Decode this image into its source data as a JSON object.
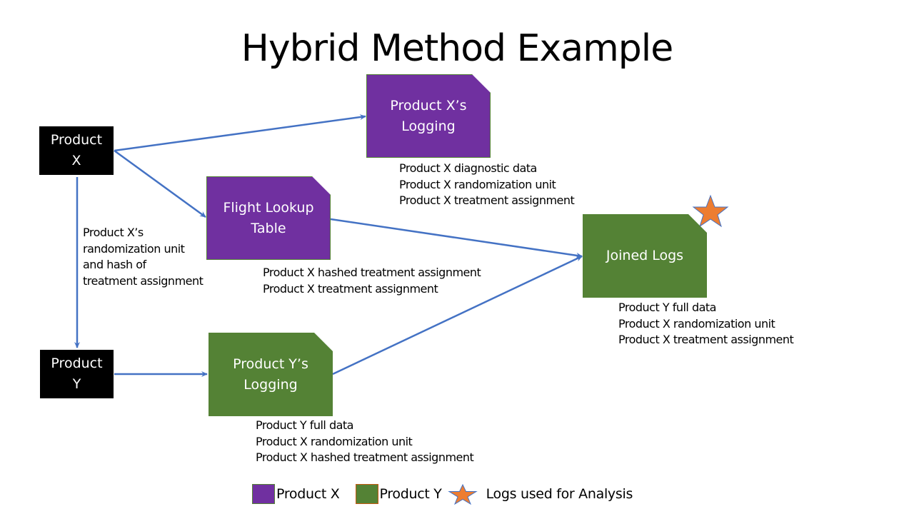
{
  "title": "Hybrid Method Example",
  "colors": {
    "product_x": "#7030a0",
    "product_y": "#548235",
    "arrow": "#4472c4",
    "star": "#ed7d31",
    "source_box": "#000000"
  },
  "nodes": {
    "product_x": {
      "line1": "Product",
      "line2": "X"
    },
    "product_y": {
      "line1": "Product",
      "line2": "Y"
    },
    "x_logging": {
      "line1": "Product X’s",
      "line2": "Logging"
    },
    "flight_lookup": {
      "line1": "Flight Lookup",
      "line2": "Table"
    },
    "y_logging": {
      "line1": "Product Y’s",
      "line2": "Logging"
    },
    "joined_logs": {
      "line1": "Joined Logs"
    }
  },
  "edge_label": [
    "Product X’s",
    "randomization unit",
    "and hash of",
    "treatment assignment"
  ],
  "notes": {
    "x_logging": [
      "Product X diagnostic data",
      "Product X randomization unit",
      "Product X treatment assignment"
    ],
    "flight_lookup": [
      "Product X hashed treatment assignment",
      "Product X treatment assignment"
    ],
    "y_logging": [
      "Product Y full data",
      "Product X randomization unit",
      "Product X hashed treatment assignment"
    ],
    "joined_logs": [
      "Product Y full data",
      "Product X randomization unit",
      "Product X treatment assignment"
    ]
  },
  "legend": {
    "product_x": "Product X",
    "product_y": "Product Y",
    "star": "Logs used for Analysis"
  }
}
